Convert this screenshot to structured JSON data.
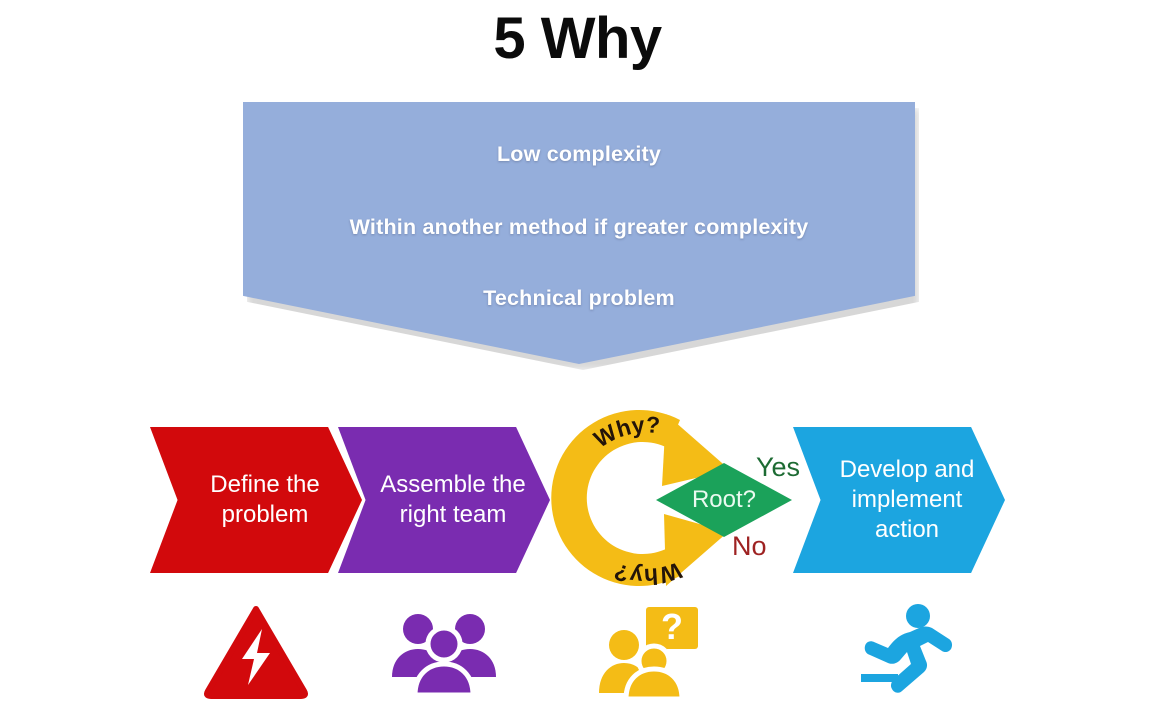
{
  "page": {
    "title": "5 Why",
    "background": "#ffffff"
  },
  "banner": {
    "fill_color": "#95aedb",
    "text_color": "#ffffff",
    "lines": [
      "Low complexity",
      "Within another method if greater complexity",
      "Technical problem"
    ]
  },
  "process": {
    "steps": [
      {
        "label": "Define the\nproblem",
        "line1": "Define the",
        "line2": "problem",
        "color": "#d2090c",
        "icon": "warning-triangle-icon",
        "icon_color": "#d2090c"
      },
      {
        "label": "Assemble the\nright team",
        "line1": "Assemble the",
        "line2": "right team",
        "color": "#7a2cb0",
        "icon": "people-group-icon",
        "icon_color": "#7a2cb0"
      },
      {
        "label": "Develop and\nimplement\naction",
        "line1": "Develop and",
        "line2": "implement",
        "line3": "action",
        "color": "#1ca5e0",
        "icon": "running-person-icon",
        "icon_color": "#1ca5e0"
      }
    ]
  },
  "cycle": {
    "color": "#f4bc16",
    "label_top": "Why?",
    "label_bottom": "Why?",
    "text_color": "#231409",
    "icon": "question-people-icon",
    "icon_color": "#f4bc16"
  },
  "decision": {
    "label": "Root?",
    "fill_color": "#1ba25a",
    "text_color": "#eafaf0",
    "yes_label": "Yes",
    "yes_color": "#1d6b33",
    "no_label": "No",
    "no_color": "#9e2222"
  },
  "chart_data": {
    "type": "diagram",
    "title": "5 Why",
    "nodes": [
      {
        "id": "banner",
        "shape": "pentagon-down",
        "text": "Low complexity / Within another method if greater complexity / Technical problem"
      },
      {
        "id": "step1",
        "shape": "chevron",
        "text": "Define the problem"
      },
      {
        "id": "step2",
        "shape": "chevron",
        "text": "Assemble the right team"
      },
      {
        "id": "loop",
        "shape": "circular-arrow",
        "text": "Why?"
      },
      {
        "id": "decision",
        "shape": "diamond",
        "text": "Root?"
      },
      {
        "id": "step4",
        "shape": "chevron",
        "text": "Develop and implement action"
      }
    ],
    "edges": [
      {
        "from": "step1",
        "to": "step2",
        "label": ""
      },
      {
        "from": "step2",
        "to": "loop",
        "label": ""
      },
      {
        "from": "loop",
        "to": "decision",
        "label": ""
      },
      {
        "from": "decision",
        "to": "step4",
        "label": "Yes"
      },
      {
        "from": "decision",
        "to": "loop",
        "label": "No"
      }
    ]
  }
}
